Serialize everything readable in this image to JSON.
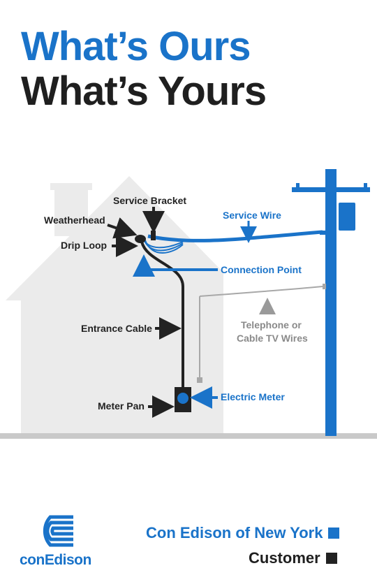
{
  "title": {
    "line1": "What’s Ours",
    "line2": "What’s Yours"
  },
  "colors": {
    "ours": "#1a73c9",
    "yours": "#222222",
    "neutral": "#8a8a8a",
    "house": "#ebebeb"
  },
  "labels": {
    "service_bracket": "Service Bracket",
    "weatherhead": "Weatherhead",
    "drip_loop": "Drip Loop",
    "service_wire": "Service Wire",
    "connection_point": "Connection Point",
    "entrance_cable": "Entrance Cable",
    "telephone_1": "Telephone or",
    "telephone_2": "Cable TV Wires",
    "electric_meter": "Electric Meter",
    "meter_pan": "Meter Pan"
  },
  "legend": {
    "ours": "Con Edison of New York",
    "yours": "Customer"
  },
  "logo": {
    "icon": "con-edison-c-logo",
    "wordmark": "conEdison"
  }
}
